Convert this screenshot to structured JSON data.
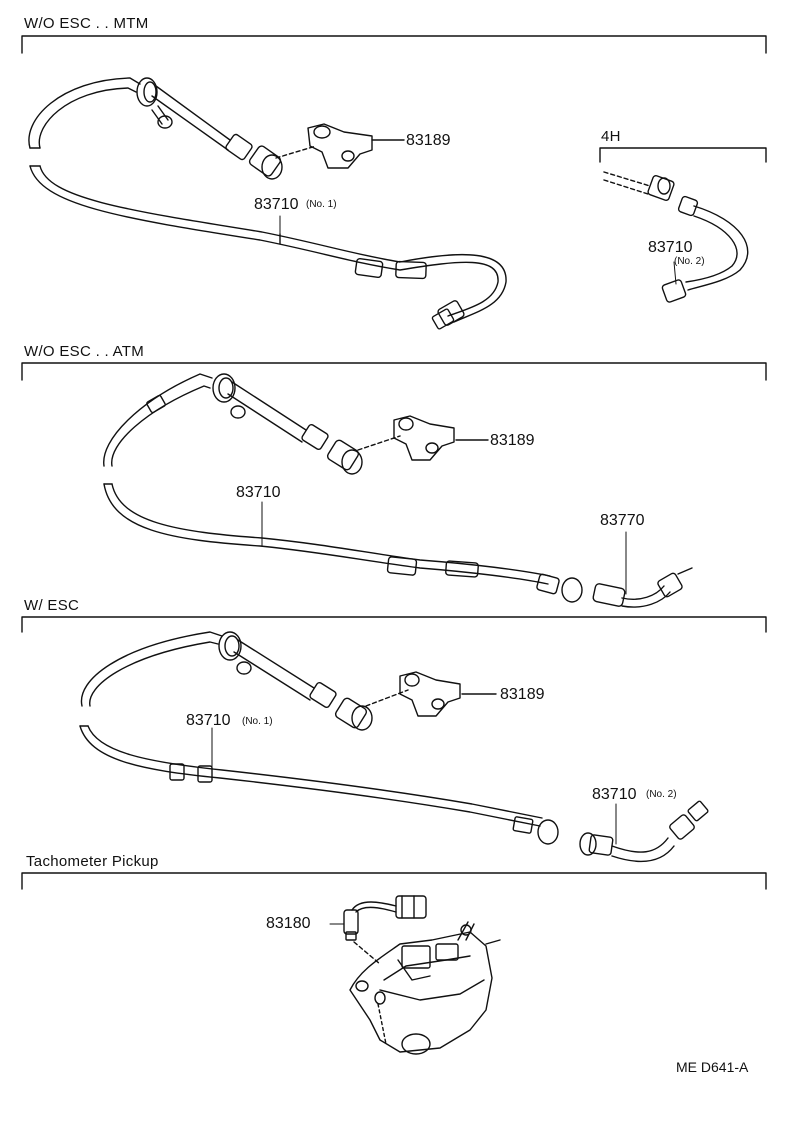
{
  "sections": [
    {
      "heading": "W/O ESC . . MTM",
      "callouts": [
        {
          "part": "83189",
          "note": ""
        },
        {
          "part": "83710",
          "note": "(No. 1)"
        }
      ]
    },
    {
      "heading": "4H",
      "callouts": [
        {
          "part": "83710",
          "note": "(No. 2)"
        }
      ]
    },
    {
      "heading": "W/O ESC . . ATM",
      "callouts": [
        {
          "part": "83189",
          "note": ""
        },
        {
          "part": "83710",
          "note": ""
        },
        {
          "part": "83770",
          "note": ""
        }
      ]
    },
    {
      "heading": "W/ ESC",
      "callouts": [
        {
          "part": "83189",
          "note": ""
        },
        {
          "part": "83710",
          "note": "(No. 1)"
        },
        {
          "part": "83710",
          "note": "(No. 2)"
        }
      ]
    },
    {
      "heading": "Tachometer Pickup",
      "callouts": [
        {
          "part": "83180",
          "note": ""
        }
      ]
    }
  ],
  "diagram_code": "ME  D641-A",
  "colors": {
    "ink": "#111111",
    "paper": "#ffffff"
  }
}
